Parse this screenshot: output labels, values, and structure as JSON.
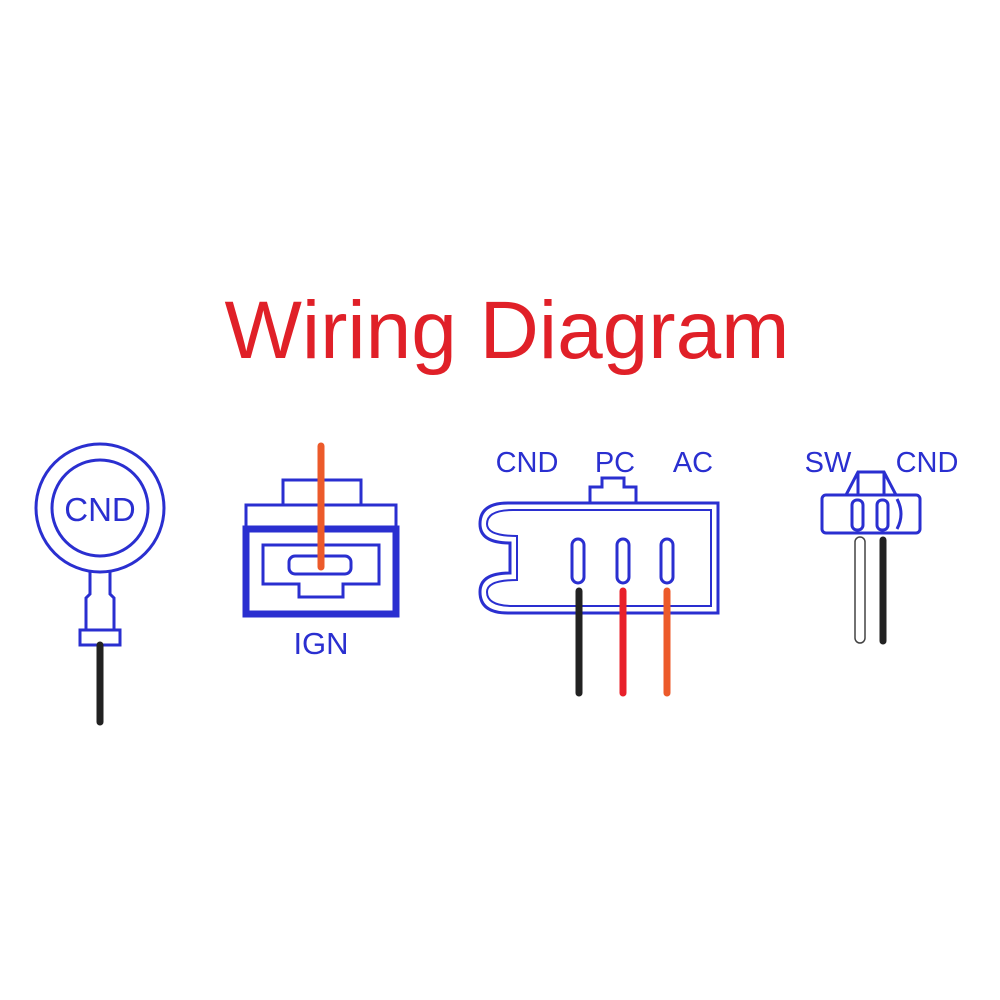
{
  "title": "Wiring Diagram",
  "colors": {
    "title": "#e02028",
    "outline": "#2a2fd0",
    "wire_black": "#222222",
    "wire_red": "#e8202a",
    "wire_orange": "#ec5a2a",
    "wire_white": "#ffffff"
  },
  "connectors": {
    "ring_terminal": {
      "label": "CND"
    },
    "ign_connector": {
      "label": "IGN"
    },
    "three_pin_connector": {
      "labels": [
        "CND",
        "PC",
        "AC"
      ]
    },
    "two_pin_connector": {
      "labels": [
        "SW",
        "CND"
      ]
    }
  }
}
